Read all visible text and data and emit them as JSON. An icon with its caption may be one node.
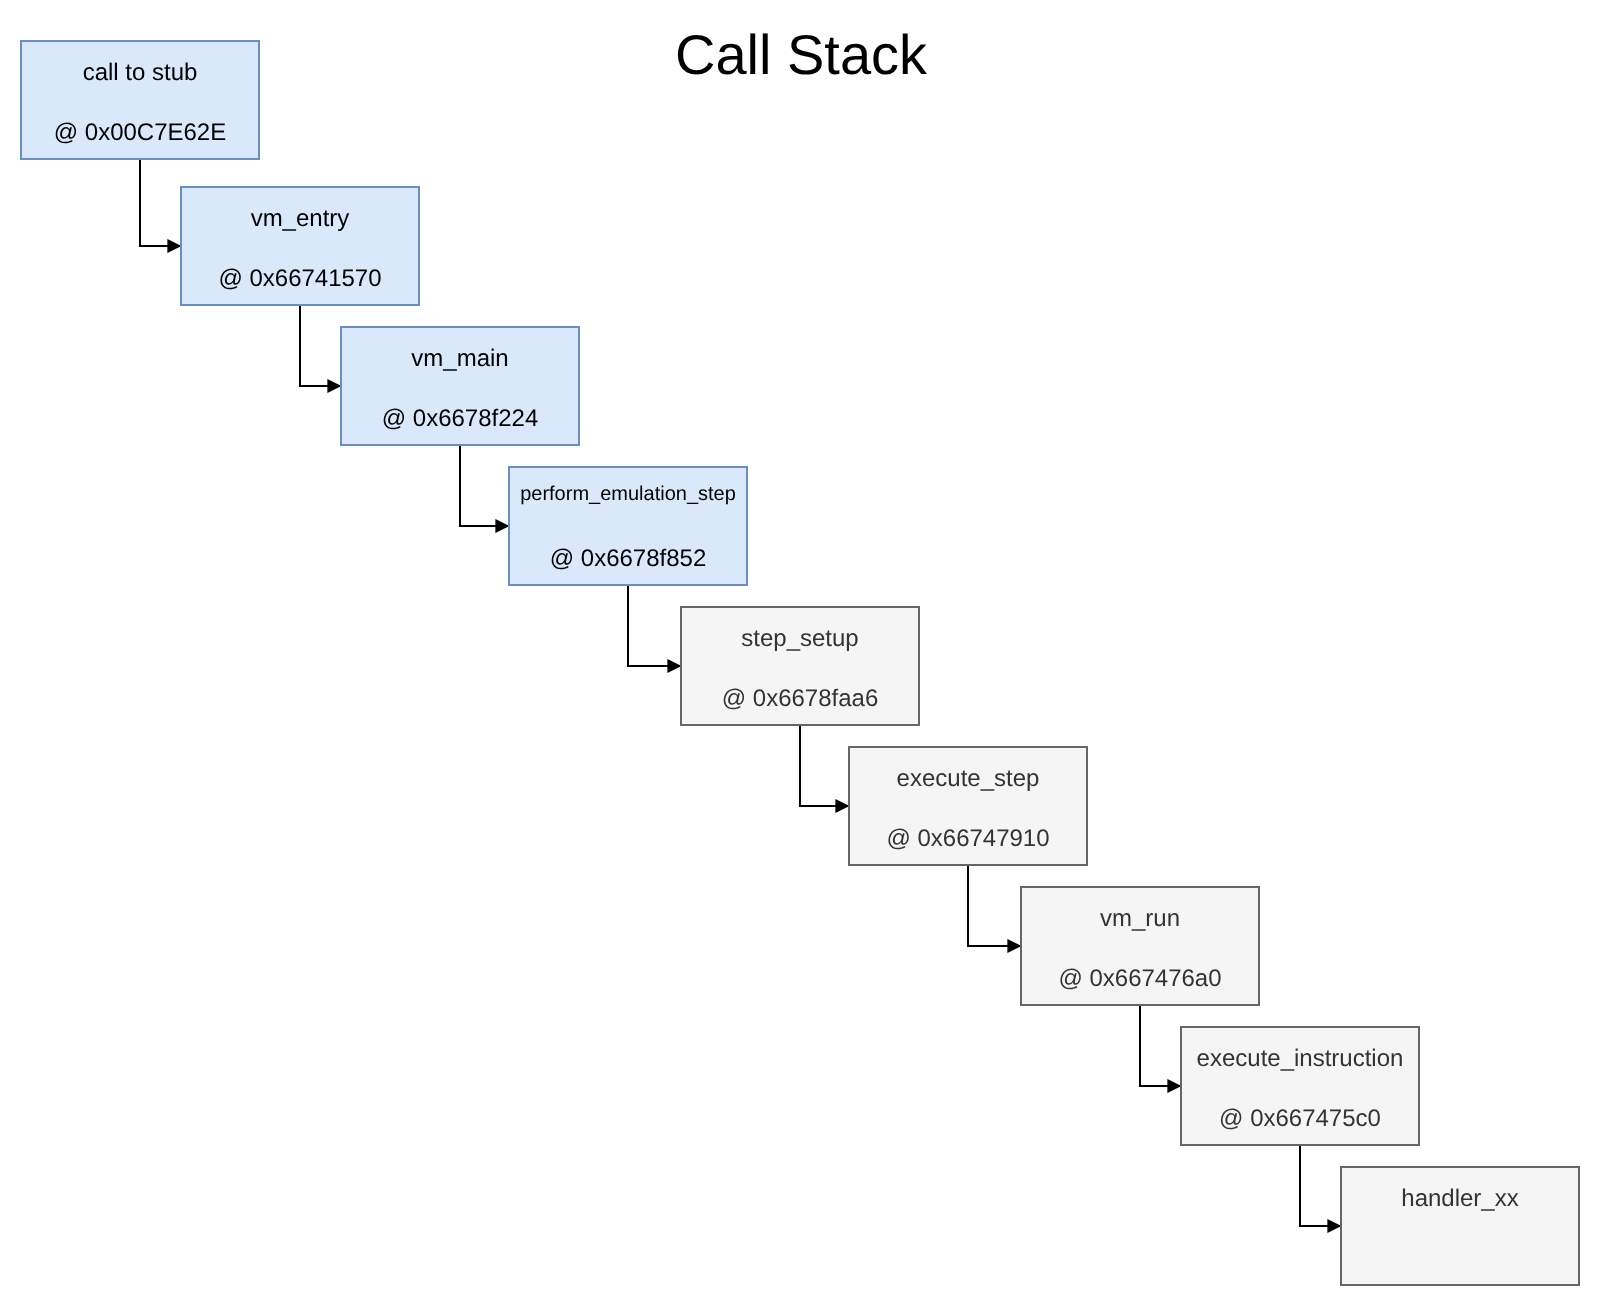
{
  "diagram": {
    "title": "Call Stack",
    "nodes": [
      {
        "text": [
          "call to stub",
          "@ 0x00C7E62E"
        ]
      },
      {
        "text": [
          "vm_entry",
          "@ 0x66741570"
        ]
      },
      {
        "text": [
          "vm_main",
          "@ 0x6678f224"
        ]
      },
      {
        "text": [
          "perform_emulation_step",
          "@ 0x6678f852"
        ]
      },
      {
        "text": [
          "step_setup",
          "@ 0x6678faa6"
        ]
      },
      {
        "text": [
          "execute_step",
          "@ 0x66747910"
        ]
      },
      {
        "text": [
          "vm_run",
          "@ 0x667476a0"
        ]
      },
      {
        "text": [
          "execute_instruction",
          "@ 0x667475c0"
        ]
      },
      {
        "text": [
          "handler_xx"
        ]
      }
    ],
    "edges": [
      {
        "from": 0,
        "to": 1,
        "arrow": "to"
      },
      {
        "from": 1,
        "to": 2,
        "arrow": "to"
      },
      {
        "from": 2,
        "to": 3,
        "arrow": "to"
      },
      {
        "from": 3,
        "to": 4,
        "arrow": "to"
      },
      {
        "from": 4,
        "to": 5,
        "arrow": "to"
      },
      {
        "from": 5,
        "to": 6,
        "arrow": "to"
      },
      {
        "from": 6,
        "to": 7,
        "arrow": "to"
      },
      {
        "from": 7,
        "to": 8,
        "arrow": "to"
      }
    ]
  }
}
